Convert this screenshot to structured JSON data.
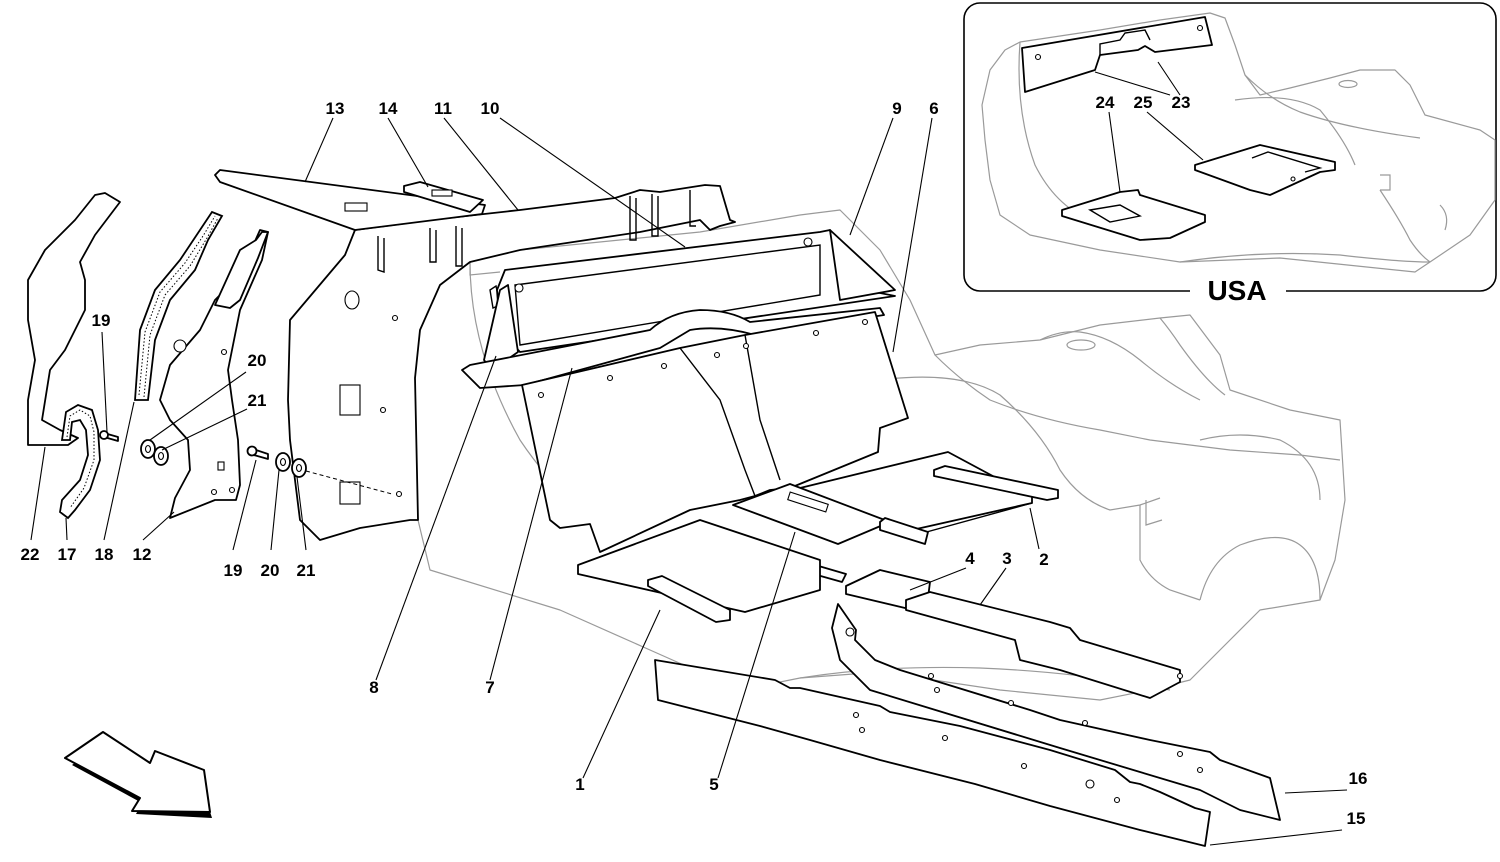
{
  "callouts": {
    "c1": "1",
    "c2": "2",
    "c3": "3",
    "c4": "4",
    "c5": "5",
    "c6": "6",
    "c7": "7",
    "c8": "8",
    "c9": "9",
    "c10": "10",
    "c11": "11",
    "c12": "12",
    "c13": "13",
    "c14": "14",
    "c15": "15",
    "c16": "16",
    "c17": "17",
    "c18": "18",
    "c19a": "19",
    "c19b": "19",
    "c20a": "20",
    "c20b": "20",
    "c21a": "21",
    "c21b": "21",
    "c22": "22"
  },
  "inset": {
    "title": "USA",
    "c23": "23",
    "c24": "24",
    "c25": "25"
  }
}
